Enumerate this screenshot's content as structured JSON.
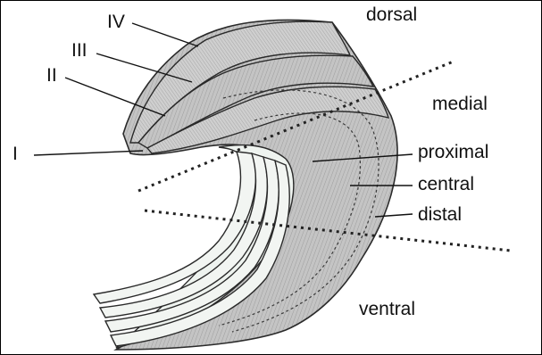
{
  "labels": {
    "dorsal": "dorsal",
    "medial": "medial",
    "ventral": "ventral",
    "proximal": "proximal",
    "central": "central",
    "distal": "distal",
    "layer_1": "I",
    "layer_2": "II",
    "layer_3": "III",
    "layer_4": "IV"
  },
  "colors": {
    "tissue": "#bdbdbd",
    "tissue_light": "#dcdcdc",
    "lumen": "#eef3ef",
    "outline": "#2a2a2a",
    "text": "#111111"
  }
}
